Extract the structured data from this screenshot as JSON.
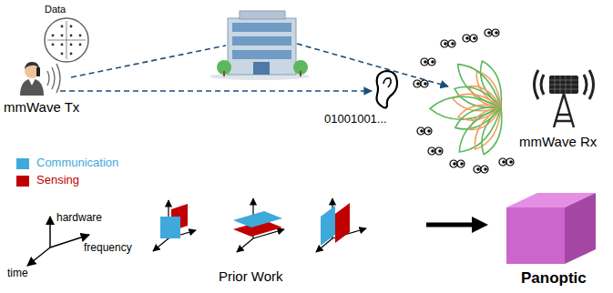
{
  "diagram": {
    "labels": [
      "Data",
      "mmWave Tx",
      "01001001...",
      "mmWave Rx",
      "hardware",
      "frequency",
      "time",
      "Prior Work",
      "Panoptic"
    ],
    "legend": [
      {
        "text": "Communication",
        "color": "#3fa9dc"
      },
      {
        "text": "Sensing",
        "color": "#c00000"
      }
    ]
  }
}
